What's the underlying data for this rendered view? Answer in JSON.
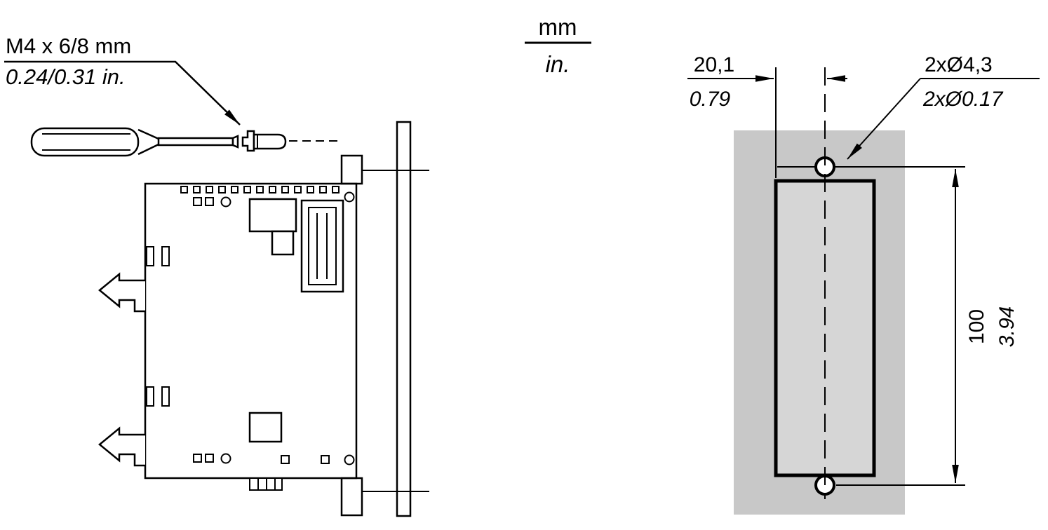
{
  "title": "Module side-view mounting with screw and panel drilling template",
  "units": {
    "metric": "mm",
    "imperial": "in."
  },
  "labels": {
    "screw_metric": "M4 x 6/8 mm",
    "screw_imperial": "0.24/0.31 in."
  },
  "dims": {
    "offset_mm": "20,1",
    "offset_in": "0.79",
    "holes_mm": "2xØ4,3",
    "holes_in": "2xØ0.17",
    "spacing_mm": "100",
    "spacing_in": "3.94"
  },
  "colors": {
    "line": "#000000",
    "panel": "#c8c8c8",
    "cutout": "#d6d6d6",
    "wall": "#b0b0b0",
    "background": "#ffffff"
  }
}
